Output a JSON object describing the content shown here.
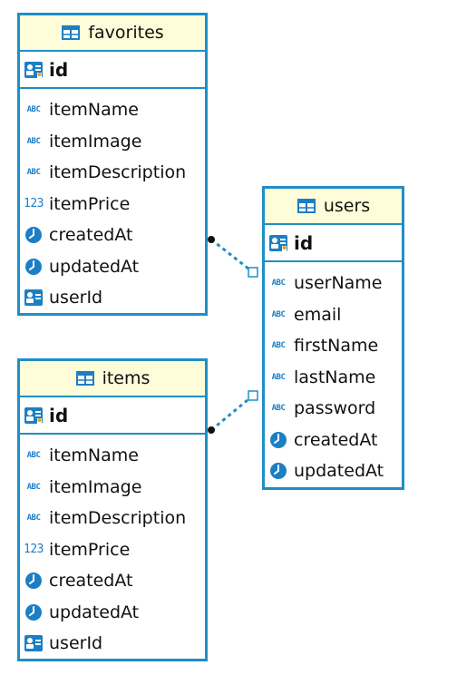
{
  "tables": {
    "favorites": {
      "name": "favorites",
      "pk": "id",
      "columns": [
        {
          "name": "itemName",
          "type": "string"
        },
        {
          "name": "itemImage",
          "type": "string"
        },
        {
          "name": "itemDescription",
          "type": "string"
        },
        {
          "name": "itemPrice",
          "type": "number"
        },
        {
          "name": "createdAt",
          "type": "datetime"
        },
        {
          "name": "updatedAt",
          "type": "datetime"
        },
        {
          "name": "userId",
          "type": "foreign-key"
        }
      ]
    },
    "users": {
      "name": "users",
      "pk": "id",
      "columns": [
        {
          "name": "userName",
          "type": "string"
        },
        {
          "name": "email",
          "type": "string"
        },
        {
          "name": "firstName",
          "type": "string"
        },
        {
          "name": "lastName",
          "type": "string"
        },
        {
          "name": "password",
          "type": "string"
        },
        {
          "name": "createdAt",
          "type": "datetime"
        },
        {
          "name": "updatedAt",
          "type": "datetime"
        }
      ]
    },
    "items": {
      "name": "items",
      "pk": "id",
      "columns": [
        {
          "name": "itemName",
          "type": "string"
        },
        {
          "name": "itemImage",
          "type": "string"
        },
        {
          "name": "itemDescription",
          "type": "string"
        },
        {
          "name": "itemPrice",
          "type": "number"
        },
        {
          "name": "createdAt",
          "type": "datetime"
        },
        {
          "name": "updatedAt",
          "type": "datetime"
        },
        {
          "name": "userId",
          "type": "foreign-key"
        }
      ]
    }
  },
  "relations": [
    {
      "from": "favorites",
      "to": "users"
    },
    {
      "from": "items",
      "to": "users"
    }
  ],
  "colors": {
    "border": "#1e8fc5",
    "header_bg": "#fffcd9",
    "icon": "#1c7fc4"
  }
}
